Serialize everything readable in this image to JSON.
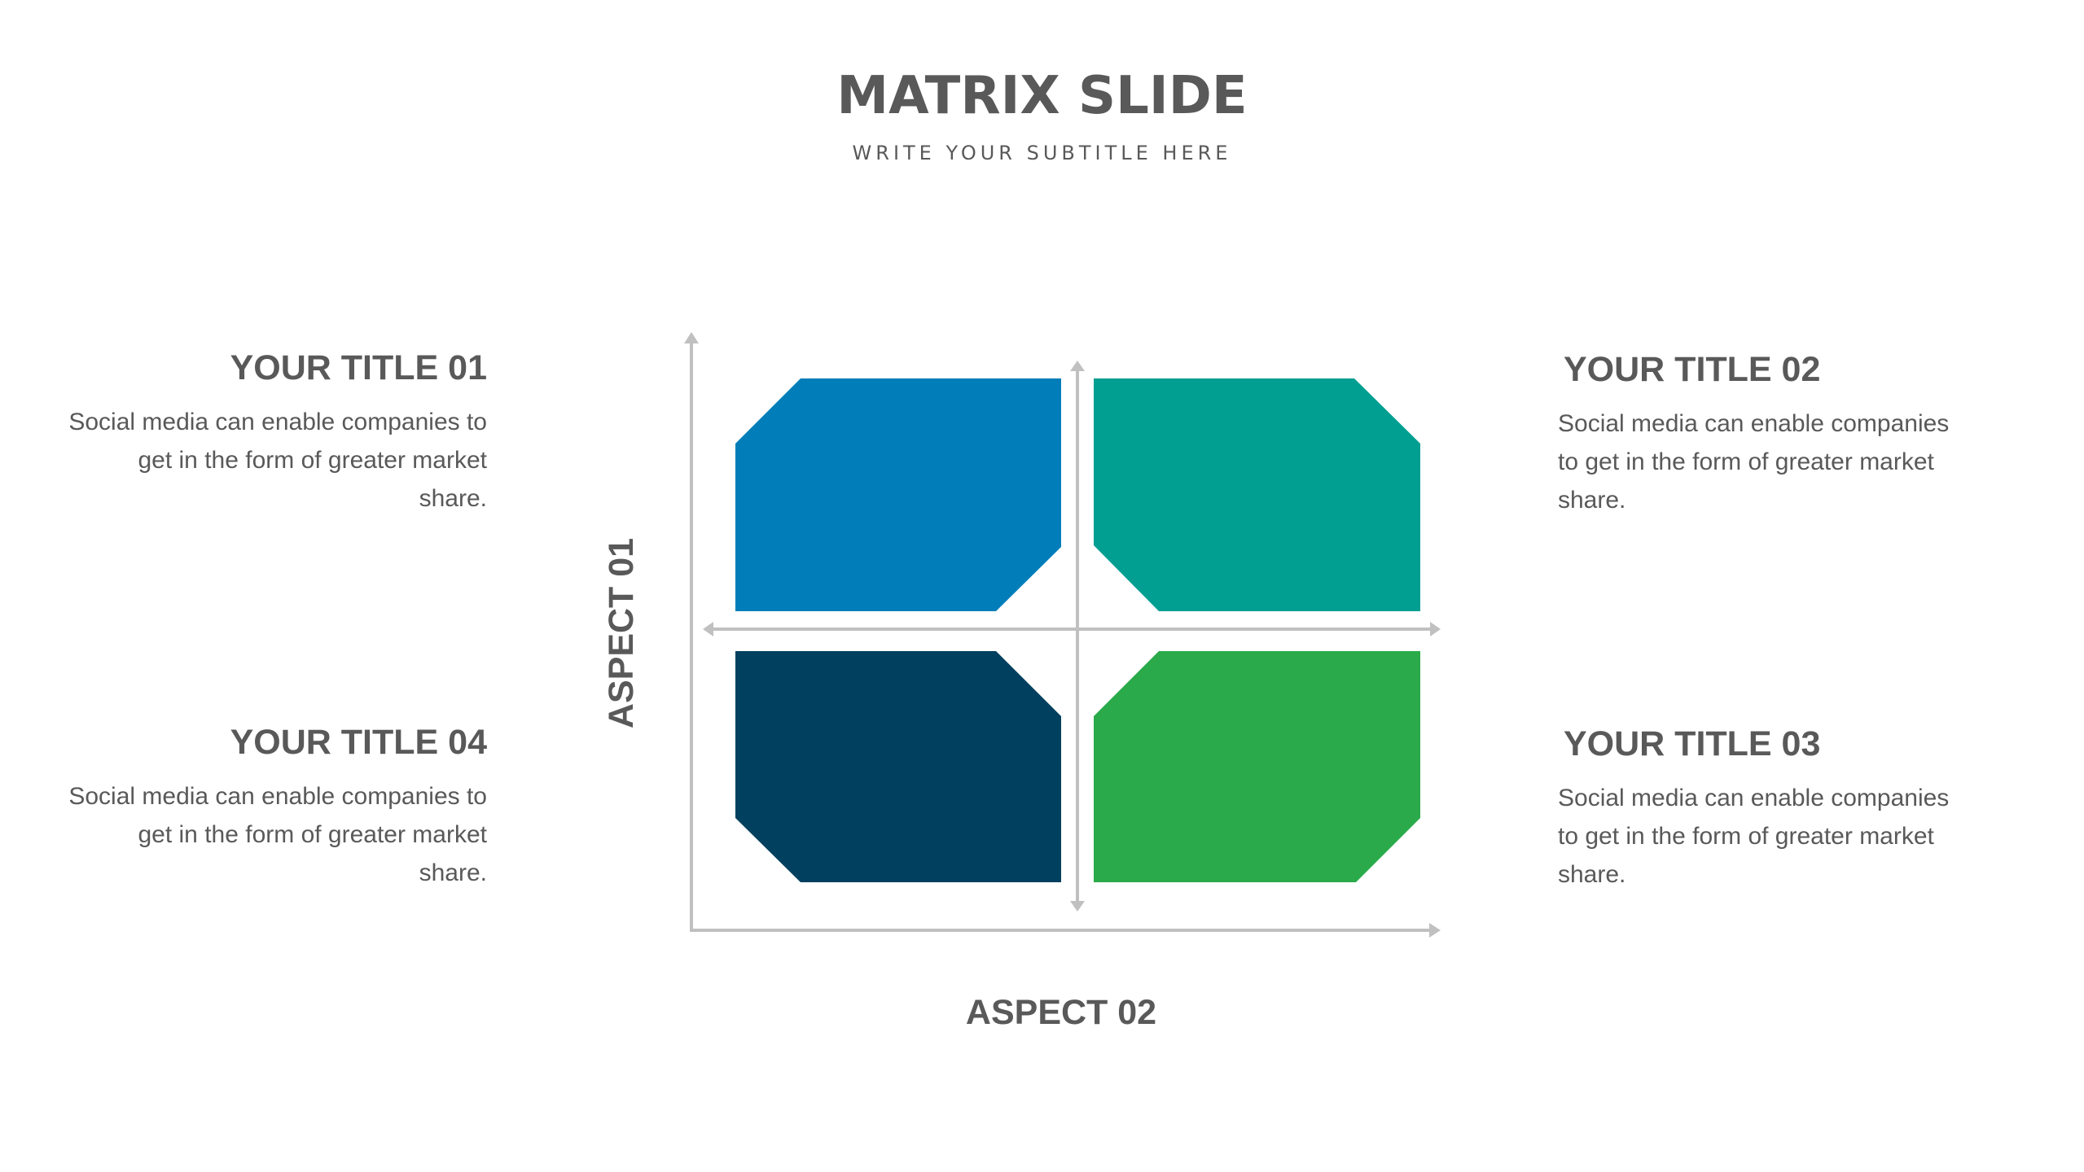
{
  "header": {
    "title": "MATRIX SLIDE",
    "subtitle": "WRITE YOUR SUBTITLE HERE"
  },
  "quadrants": [
    {
      "title": "YOUR TITLE 01",
      "body": "Social media can enable companies to get in the form of greater market share.",
      "color": "#017EB9",
      "position": "top-left"
    },
    {
      "title": "YOUR TITLE 02",
      "body": "Social media can enable companies to get in the form of greater market share.",
      "color": "#019F92",
      "position": "top-right"
    },
    {
      "title": "YOUR TITLE 03",
      "body": "Social media can enable companies to get in the form of greater market share.",
      "color": "#2AAA4A",
      "position": "bottom-right"
    },
    {
      "title": "YOUR TITLE 04",
      "body": "Social media can enable companies to get in the form of greater market share.",
      "color": "#01405F",
      "position": "bottom-left"
    }
  ],
  "axes": {
    "y_label": "ASPECT 01",
    "x_label": "ASPECT 02",
    "color": "#C0C0C0"
  }
}
